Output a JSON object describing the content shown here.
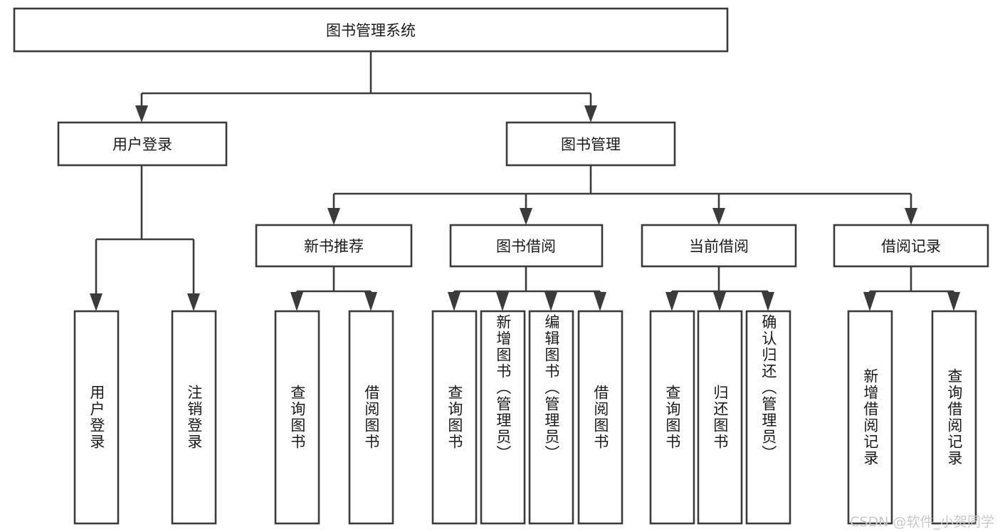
{
  "diagram": {
    "type": "tree-hierarchy",
    "title": "图书管理系统",
    "root": {
      "id": "root",
      "label": "图书管理系统",
      "orientation": "horizontal"
    },
    "level1": [
      {
        "id": "user-login",
        "label": "用户登录",
        "orientation": "horizontal"
      },
      {
        "id": "book-manage",
        "label": "图书管理",
        "orientation": "horizontal"
      }
    ],
    "level2": [
      {
        "id": "new-book-rec",
        "label": "新书推荐",
        "parent": "book-manage",
        "orientation": "horizontal"
      },
      {
        "id": "book-borrow",
        "label": "图书借阅",
        "parent": "book-manage",
        "orientation": "horizontal"
      },
      {
        "id": "current-borrow",
        "label": "当前借阅",
        "parent": "book-manage",
        "orientation": "horizontal"
      },
      {
        "id": "borrow-record",
        "label": "借阅记录",
        "parent": "book-manage",
        "orientation": "horizontal"
      }
    ],
    "leaves": [
      {
        "id": "leaf-user-login",
        "label": "用户登录",
        "parent": "user-login",
        "orientation": "vertical"
      },
      {
        "id": "leaf-logout-login",
        "label": "注销登录",
        "parent": "user-login",
        "orientation": "vertical"
      },
      {
        "id": "leaf-query-book-1",
        "label": "查询图书",
        "parent": "new-book-rec",
        "orientation": "vertical"
      },
      {
        "id": "leaf-borrow-book-1",
        "label": "借阅图书",
        "parent": "new-book-rec",
        "orientation": "vertical"
      },
      {
        "id": "leaf-query-book-2",
        "label": "查询图书",
        "parent": "book-borrow",
        "orientation": "vertical"
      },
      {
        "id": "leaf-add-book",
        "label": "新增图书（管理员）",
        "parent": "book-borrow",
        "orientation": "vertical"
      },
      {
        "id": "leaf-edit-book",
        "label": "编辑图书（管理员）",
        "parent": "book-borrow",
        "orientation": "vertical"
      },
      {
        "id": "leaf-borrow-book-2",
        "label": "借阅图书",
        "parent": "book-borrow",
        "orientation": "vertical"
      },
      {
        "id": "leaf-query-book-3",
        "label": "查询图书",
        "parent": "current-borrow",
        "orientation": "vertical"
      },
      {
        "id": "leaf-return-book",
        "label": "归还图书",
        "parent": "current-borrow",
        "orientation": "vertical"
      },
      {
        "id": "leaf-confirm-return",
        "label": "确认归还（管理员）",
        "parent": "current-borrow",
        "orientation": "vertical"
      },
      {
        "id": "leaf-add-record",
        "label": "新增借阅记录",
        "parent": "borrow-record",
        "orientation": "vertical"
      },
      {
        "id": "leaf-query-record",
        "label": "查询借阅记录",
        "parent": "borrow-record",
        "orientation": "vertical"
      }
    ],
    "colors": {
      "stroke": "#3b3b3b",
      "fill": "#ffffff",
      "text": "#1a1a1a",
      "watermark": "#c9c9c9",
      "background": "#ffffff"
    }
  },
  "watermark": {
    "text": "CSDN @软件_小贺同学"
  }
}
